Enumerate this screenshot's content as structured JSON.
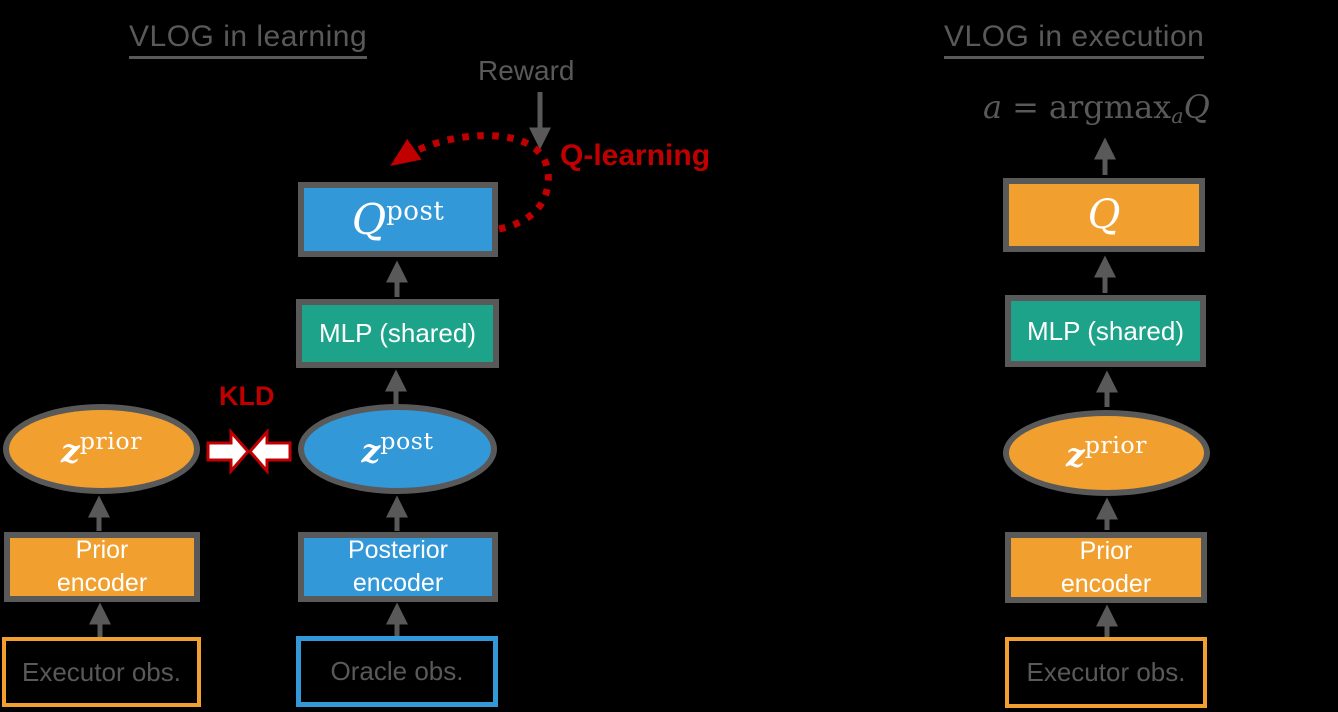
{
  "colors": {
    "background": "#000000",
    "gray": "#595959",
    "orange": "#F1A02F",
    "blue": "#3298D8",
    "teal": "#1CA38A",
    "red": "#C00000",
    "white": "#FFFFFF"
  },
  "learning": {
    "title": "VLOG in learning",
    "reward_label": "Reward",
    "q_learning_label": "Q-learning",
    "kld_label": "KLD",
    "q_post_box": {
      "base": "Q",
      "superscript": "post"
    },
    "mlp_box_label": "MLP (shared)",
    "z_prior": {
      "base": "z",
      "superscript": "prior"
    },
    "z_post": {
      "base": "z",
      "superscript": "post"
    },
    "prior_encoder": {
      "line1": "Prior",
      "line2": "encoder"
    },
    "posterior_encoder": {
      "line1": "Posterior",
      "line2": "encoder"
    },
    "executor_obs_label": "Executor obs.",
    "oracle_obs_label": "Oracle obs."
  },
  "execution": {
    "title": "VLOG in execution",
    "action_formula": {
      "lhs": "a",
      "equals": "=",
      "operator": "argmax",
      "subscript": "a",
      "rhs": "Q"
    },
    "q_box_label": "Q",
    "mlp_box_label": "MLP (shared)",
    "z_prior": {
      "base": "z",
      "superscript": "prior"
    },
    "prior_encoder": {
      "line1": "Prior",
      "line2": "encoder"
    },
    "executor_obs_label": "Executor obs."
  }
}
